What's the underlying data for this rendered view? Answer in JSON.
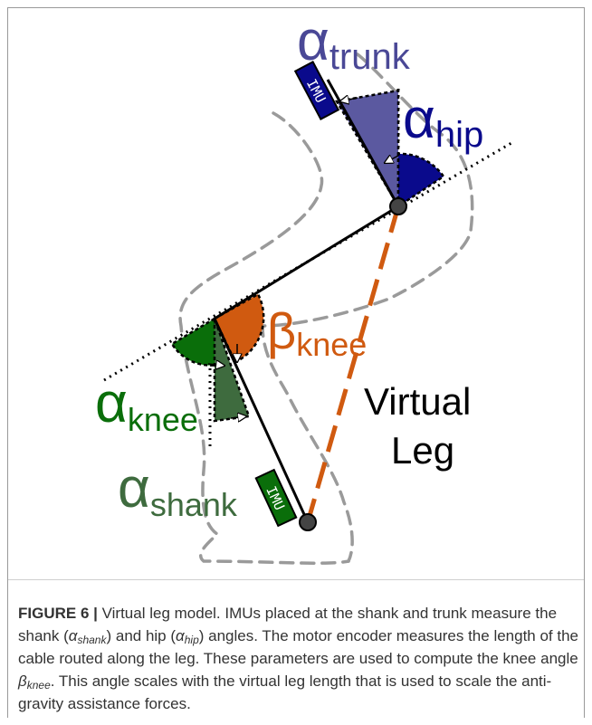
{
  "colors": {
    "trunk": "#3d3b8e",
    "hip": "#0a0a8c",
    "knee": "#0a6e0a",
    "shank": "#3e6b3e",
    "beta": "#d05a10",
    "outline": "#9a9a9a"
  },
  "labels": {
    "alpha_symbol": "α",
    "beta_symbol": "β",
    "trunk_sub": "trunk",
    "hip_sub": "hip",
    "knee_sub": "knee",
    "shank_sub": "shank",
    "beta_sub": "knee",
    "imu_top": "IMU",
    "imu_bottom": "IMU",
    "virtual_line1": "Virtual",
    "virtual_line2": "Leg"
  },
  "caption": {
    "figure_label": "FIGURE 6 |",
    "seg1": " Virtual leg model. IMUs placed at the shank and trunk measure the shank (",
    "shank_sym": "α",
    "shank_sub": "shank",
    "seg2": ") and hip (",
    "hip_sym": "α",
    "hip_sub": "hip",
    "seg3": ") angles. The motor encoder measures the length of the cable routed along the leg. These parameters are used to compute the knee angle ",
    "knee_sym": "β",
    "knee_sub": "knee",
    "seg4": ". This angle scales with the virtual leg length that is used to scale the anti-gravity assistance forces."
  }
}
